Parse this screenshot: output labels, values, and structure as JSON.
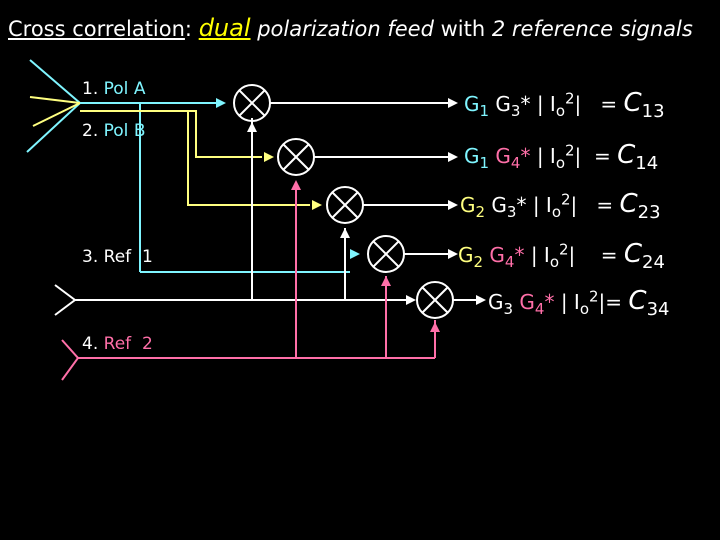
{
  "title": {
    "prefix": "Cross correlation",
    "colon": ":",
    "dual": "dual",
    "part1": "polarization feed",
    "part2": "with",
    "part3": "2 reference signals"
  },
  "inputs": [
    {
      "num": "1.",
      "name": "Pol A",
      "color": "#7ff5ff"
    },
    {
      "num": "2.",
      "name": "Pol B",
      "color": "#7ff5ff"
    },
    {
      "num": "3.",
      "name": "Ref  1",
      "color": "#ffffff"
    },
    {
      "num": "4.",
      "name": "Ref  2",
      "color": "#ff6fa8"
    }
  ],
  "colors": {
    "cyan": "#7ff5ff",
    "yellow": "#ffff80",
    "white": "#ffffff",
    "pink": "#ff6fa8"
  },
  "outputs": [
    {
      "ga": "G",
      "ga_sub": "1",
      "gb": "G",
      "gb_sub": "3",
      "star": "*",
      "io": "| I",
      "io_sub": "o",
      "io_sup": "2",
      "bar": "|",
      "eq": "=",
      "c": "C",
      "c_sub": "13"
    },
    {
      "ga": "G",
      "ga_sub": "1",
      "gb": "G",
      "gb_sub": "4",
      "star": "*",
      "io": "| I",
      "io_sub": "o",
      "io_sup": "2",
      "bar": "|",
      "eq": "=",
      "c": "C",
      "c_sub": "14"
    },
    {
      "ga": "G",
      "ga_sub": "2",
      "gb": "G",
      "gb_sub": "3",
      "star": "*",
      "io": "| I",
      "io_sub": "o",
      "io_sup": "2",
      "bar": "|",
      "eq": "=",
      "c": "C",
      "c_sub": "23"
    },
    {
      "ga": "G",
      "ga_sub": "2",
      "gb": "G",
      "gb_sub": "4",
      "star": "*",
      "io": "| I",
      "io_sub": "o",
      "io_sup": "2",
      "bar": "|",
      "eq": "=",
      "c": "C",
      "c_sub": "24"
    },
    {
      "ga": "G",
      "ga_sub": "3",
      "gb": "G",
      "gb_sub": "4",
      "star": "*",
      "io": "| I",
      "io_sub": "o",
      "io_sup": "2",
      "bar": "|",
      "eq": "=",
      "c": "C",
      "c_sub": "34"
    }
  ]
}
